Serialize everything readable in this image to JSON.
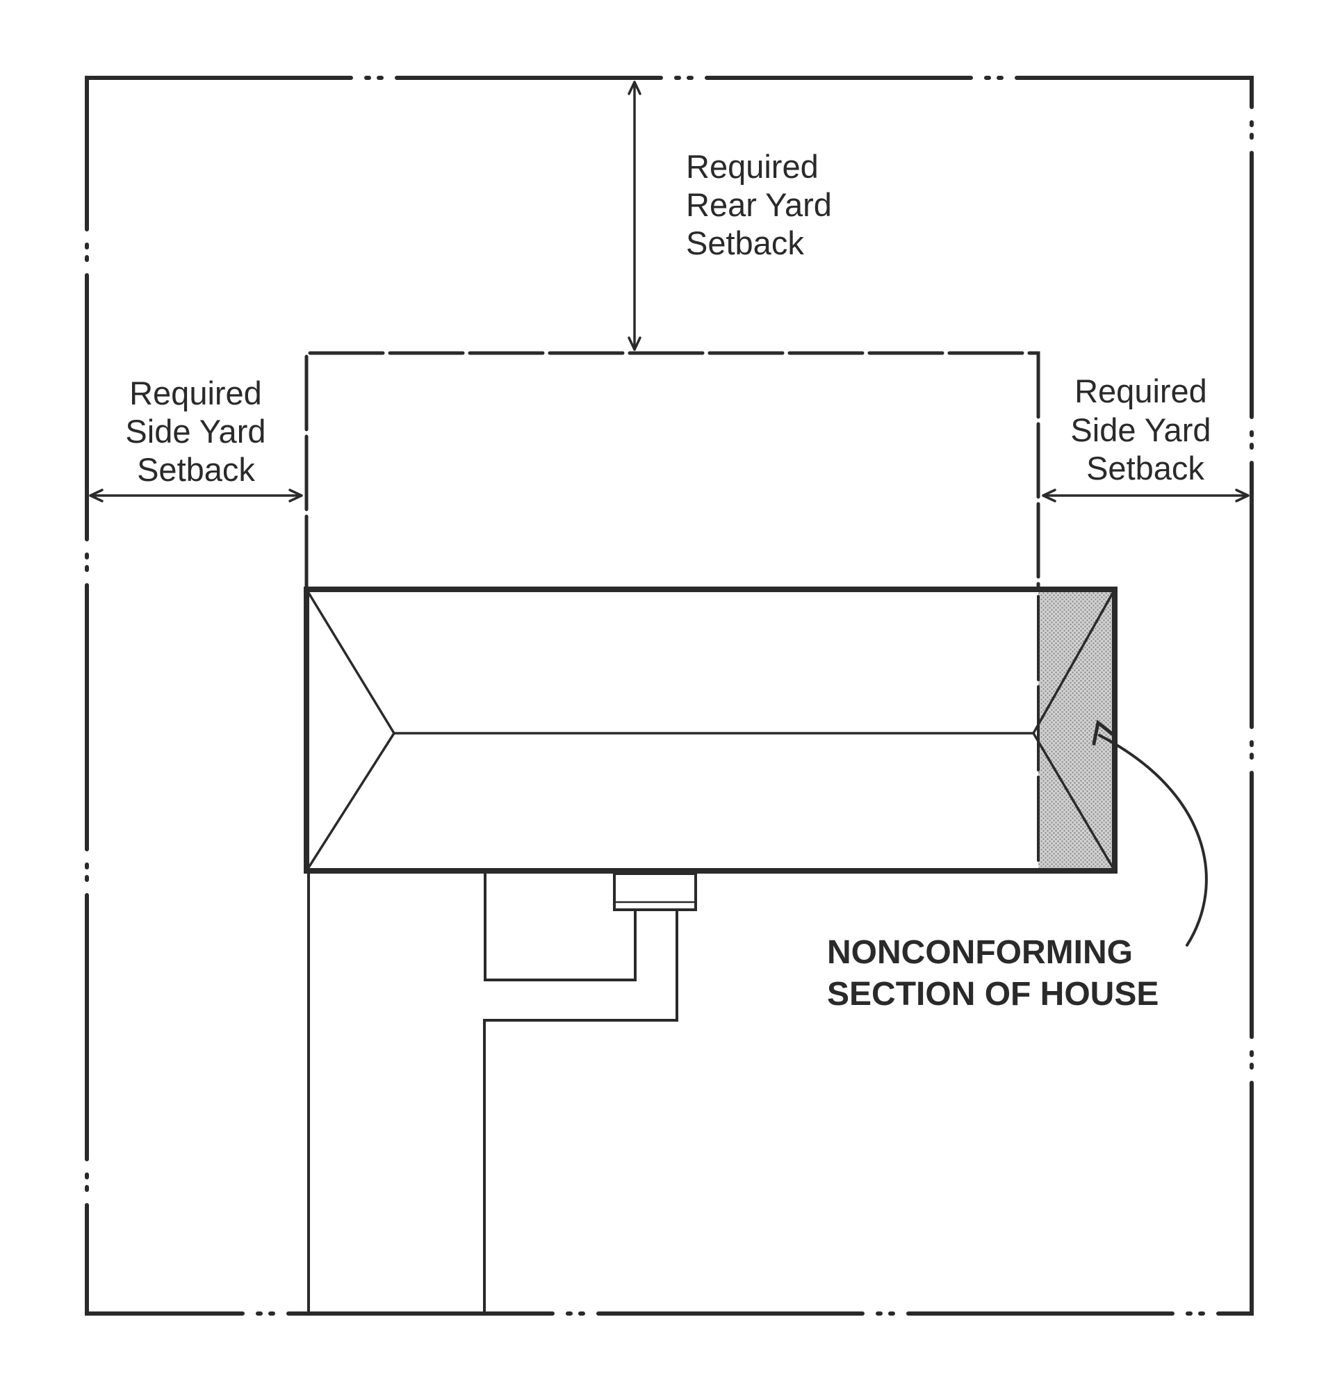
{
  "labels": {
    "rear_setback": [
      "Required",
      "Rear Yard",
      "Setback"
    ],
    "side_setback_left": [
      "Required",
      "Side Yard",
      "Setback"
    ],
    "side_setback_right": [
      "Required",
      "Side Yard",
      "Setback"
    ],
    "nonconforming": [
      "NONCONFORMING",
      "SECTION OF HOUSE"
    ]
  },
  "colors": {
    "ink": "#2a2a2a",
    "hatch": "#b9b9b9",
    "background": "#ffffff"
  }
}
